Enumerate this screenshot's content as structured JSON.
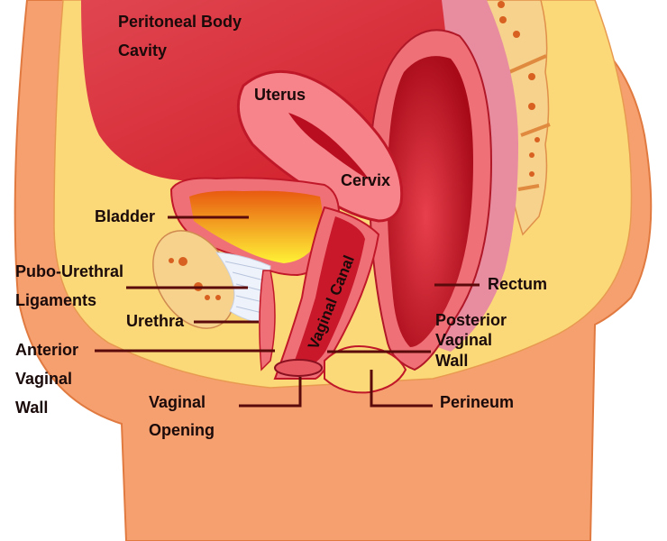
{
  "diagram": {
    "subject": "Female pelvic anatomy, sagittal section",
    "colors": {
      "skin": "#f6a070",
      "fat": "#fbd878",
      "cavity": "#e03440",
      "organ_wall": "#f07078",
      "organ_inner": "#f6848a",
      "lumen": "#b80e20",
      "urine_top": "#e86010",
      "urine_bottom": "#fff030",
      "bone": "#f6d28c",
      "bone_dot": "#d86020",
      "ligament": "#eef2fb",
      "leader_line": "#5a0a0a",
      "label_text": "#1a0a0a"
    },
    "labels": {
      "peritoneal_1": "Peritoneal Body",
      "peritoneal_2": "Cavity",
      "uterus": "Uterus",
      "cervix": "Cervix",
      "bladder": "Bladder",
      "pubo_1": "Pubo-Urethral",
      "pubo_2": "Ligaments",
      "urethra": "Urethra",
      "anterior_1": "Anterior",
      "anterior_2": "Vaginal",
      "anterior_3": "Wall",
      "vaginal_canal": "Vaginal Canal",
      "rectum": "Rectum",
      "posterior_1": "Posterior",
      "posterior_2": "Vaginal",
      "posterior_3": "Wall",
      "vaginal_opening_1": "Vaginal",
      "vaginal_opening_2": "Opening",
      "perineum": "Perineum"
    }
  }
}
